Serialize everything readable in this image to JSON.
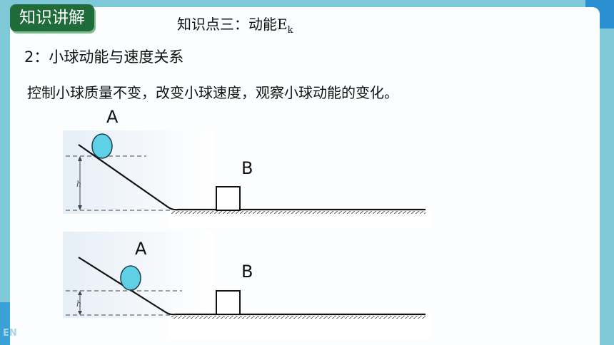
{
  "badge": {
    "label": "知识讲解"
  },
  "header": {
    "title": "知识点三：动能E",
    "title_sub": "k"
  },
  "subtitle": "2：小球动能与速度关系",
  "instruction": "控制小球质量不变，改变小球速度，观察小球动能的变化。",
  "diagram_top": {
    "ball_label": "A",
    "block_label": "B",
    "height_label": "h"
  },
  "diagram_bottom": {
    "ball_label": "A",
    "block_label": "B",
    "height_label": "h"
  },
  "watermark": "EN",
  "colors": {
    "ball": "#5fd0e6",
    "badge": "#1f6b3a",
    "frame": "#7ec8d8"
  }
}
